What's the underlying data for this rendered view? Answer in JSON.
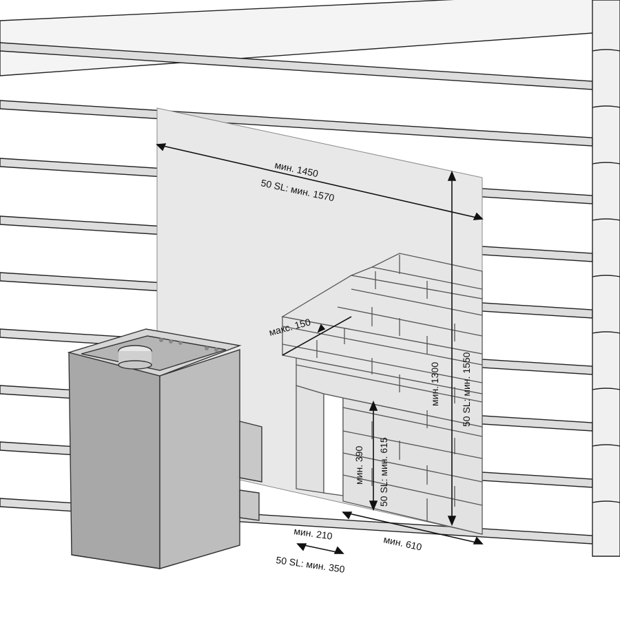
{
  "dimensions": {
    "width_min": "мин. 1450",
    "width_50sl": "50 SL: мин. 1570",
    "height_min": "мин. 1300",
    "height_50sl": "50 SL: мин. 1550",
    "max_offset": "макс. 150",
    "opening_height_min": "мин. 390",
    "opening_height_50sl": "50 SL: мин. 615",
    "bottom_width_min": "мин. 610",
    "side_gap_min": "мин. 210",
    "side_gap_50sl": "50 SL: мин. 350"
  },
  "colors": {
    "wall": "#f2f2f2",
    "panel": "#e6e6e6",
    "stove": "#a8a8a8",
    "line": "#111111"
  }
}
